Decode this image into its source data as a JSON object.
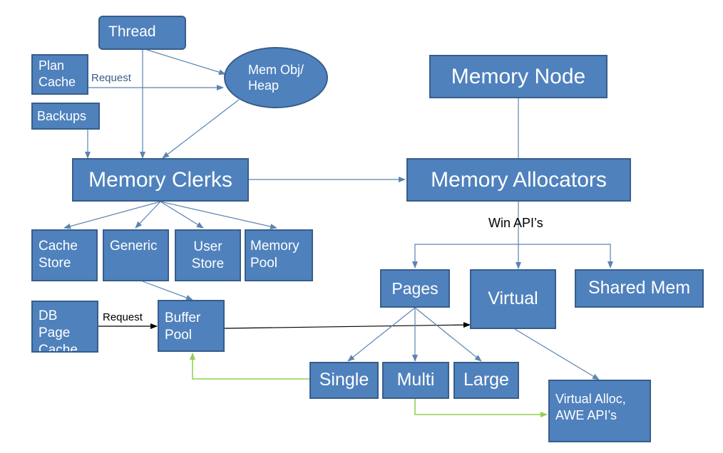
{
  "nodes": {
    "thread": "Thread",
    "plan_cache": "Plan\nCache",
    "backups": "Backups",
    "mem_obj_heap": "Mem Obj/\nHeap",
    "memory_node": "Memory Node",
    "memory_clerks": "Memory Clerks",
    "memory_allocators": "Memory Allocators",
    "cache_store": "Cache\nStore",
    "generic": "Generic",
    "user_store": "User\nStore",
    "memory_pool": "Memory\nPool",
    "db_page_cache": "DB Page\nCache",
    "buffer_pool": "Buffer\nPool",
    "pages": "Pages",
    "virtual": "Virtual",
    "shared_mem": "Shared Mem",
    "single": "Single",
    "multi": "Multi",
    "large": "Large",
    "virtual_alloc": "Virtual Alloc,\nAWE API’s"
  },
  "edge_labels": {
    "plan_cache_request": "Request",
    "db_page_request": "Request",
    "win_apis": "Win API’s"
  },
  "colors": {
    "box_fill": "#4f81bd",
    "box_border": "#385d8a",
    "box_text": "#ffffff",
    "connector": "#5b84b1",
    "green_connector": "#92d050",
    "black_connector": "#000000"
  }
}
